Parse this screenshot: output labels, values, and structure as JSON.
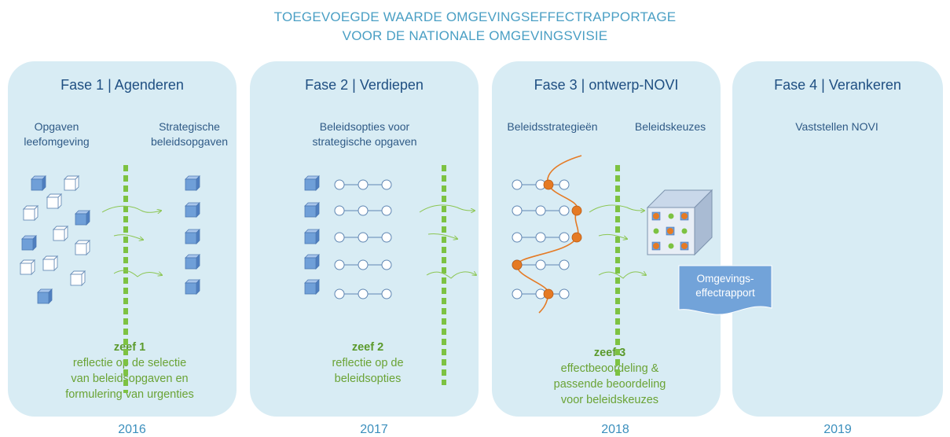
{
  "title": {
    "line1": "TOEGEVOEGDE WAARDE OMGEVINGSEFFECTRAPPORTAGE",
    "line2": "VOOR DE NATIONALE OMGEVINGSVISIE"
  },
  "phases": [
    {
      "title": "Fase 1 | Agenderen",
      "label_left": [
        "Opgaven",
        "leefomgeving"
      ],
      "label_right": [
        "Strategische",
        "beleidsopgaven"
      ],
      "zeef_title": "zeef 1",
      "zeef_text": [
        "reflectie op de selectie",
        "van beleidsopgaven en",
        "formulering van urgenties"
      ],
      "year": "2016"
    },
    {
      "title": "Fase 2 | Verdiepen",
      "label": [
        "Beleidsopties voor",
        "strategische opgaven"
      ],
      "zeef_title": "zeef 2",
      "zeef_text": [
        "reflectie op de",
        "beleidsopties"
      ],
      "year": "2017"
    },
    {
      "title": "Fase 3 | ontwerp-NOVI",
      "label_left": [
        "Beleidsstrategieën"
      ],
      "label_right": [
        "Beleidskeuzes"
      ],
      "zeef_title": "zeef 3",
      "zeef_text": [
        "effectbeoordeling &",
        "passende beoordeling",
        "voor beleidskeuzes"
      ],
      "report": [
        "Omgevings-",
        "effectrapport"
      ],
      "year": "2018"
    },
    {
      "title": "Fase 4 | Verankeren",
      "label": [
        "Vaststellen NOVI"
      ],
      "year": "2019"
    }
  ],
  "colors": {
    "title": "#4a9fc4",
    "panel": "#d8ecf4",
    "cube": "#6f9fd8",
    "sieve": "#7dc242",
    "accent_orange": "#e57a24",
    "zeef_text": "#6aa335"
  }
}
